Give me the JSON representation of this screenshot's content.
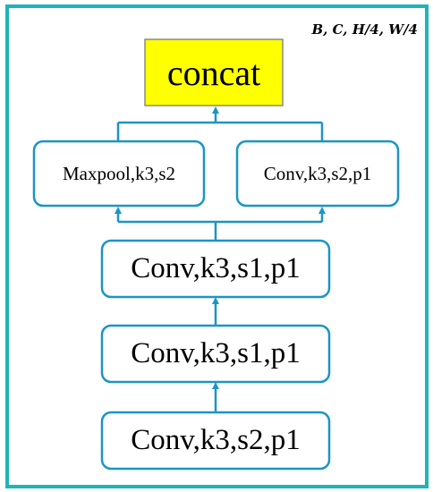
{
  "dimension_label": "B, C, H/4, W/4",
  "nodes": {
    "concat": "concat",
    "maxpool": "Maxpool,k3,s2",
    "conv_branch": "Conv,k3,s2,p1",
    "conv_top": "Conv,k3,s1,p1",
    "conv_middle": "Conv,k3,s1,p1",
    "conv_bottom": "Conv,k3,s2,p1"
  },
  "colors": {
    "frame": "#1fb4b7",
    "box_border": "#1a95c7",
    "arrow": "#1a95c7",
    "concat_fill": "#ffff00",
    "concat_border": "#8a8a8a"
  }
}
